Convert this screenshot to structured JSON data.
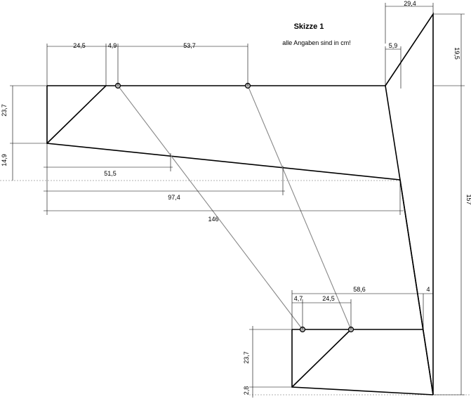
{
  "sketch": {
    "title": "Skizze 1",
    "note": "alle Angaben sind in cm!"
  },
  "dimensions": {
    "top_24_5": "24,5",
    "top_4_9": "4,9",
    "top_53_7": "53,7",
    "top_5_9": "5,9",
    "top_29_4": "29,4",
    "right_19_5": "19,5",
    "left_23_7": "23,7",
    "left_14_9": "14,9",
    "mid_51_5": "51,5",
    "mid_97_4": "97,4",
    "mid_146": "146",
    "right_157": "157",
    "bottom_58_6": "58,6",
    "bottom_4": "4",
    "bottom_4_7": "4,7",
    "bottom_24_5": "24,5",
    "bottom_left_23_7": "23,7",
    "bottom_left_2_8": "2,8"
  }
}
